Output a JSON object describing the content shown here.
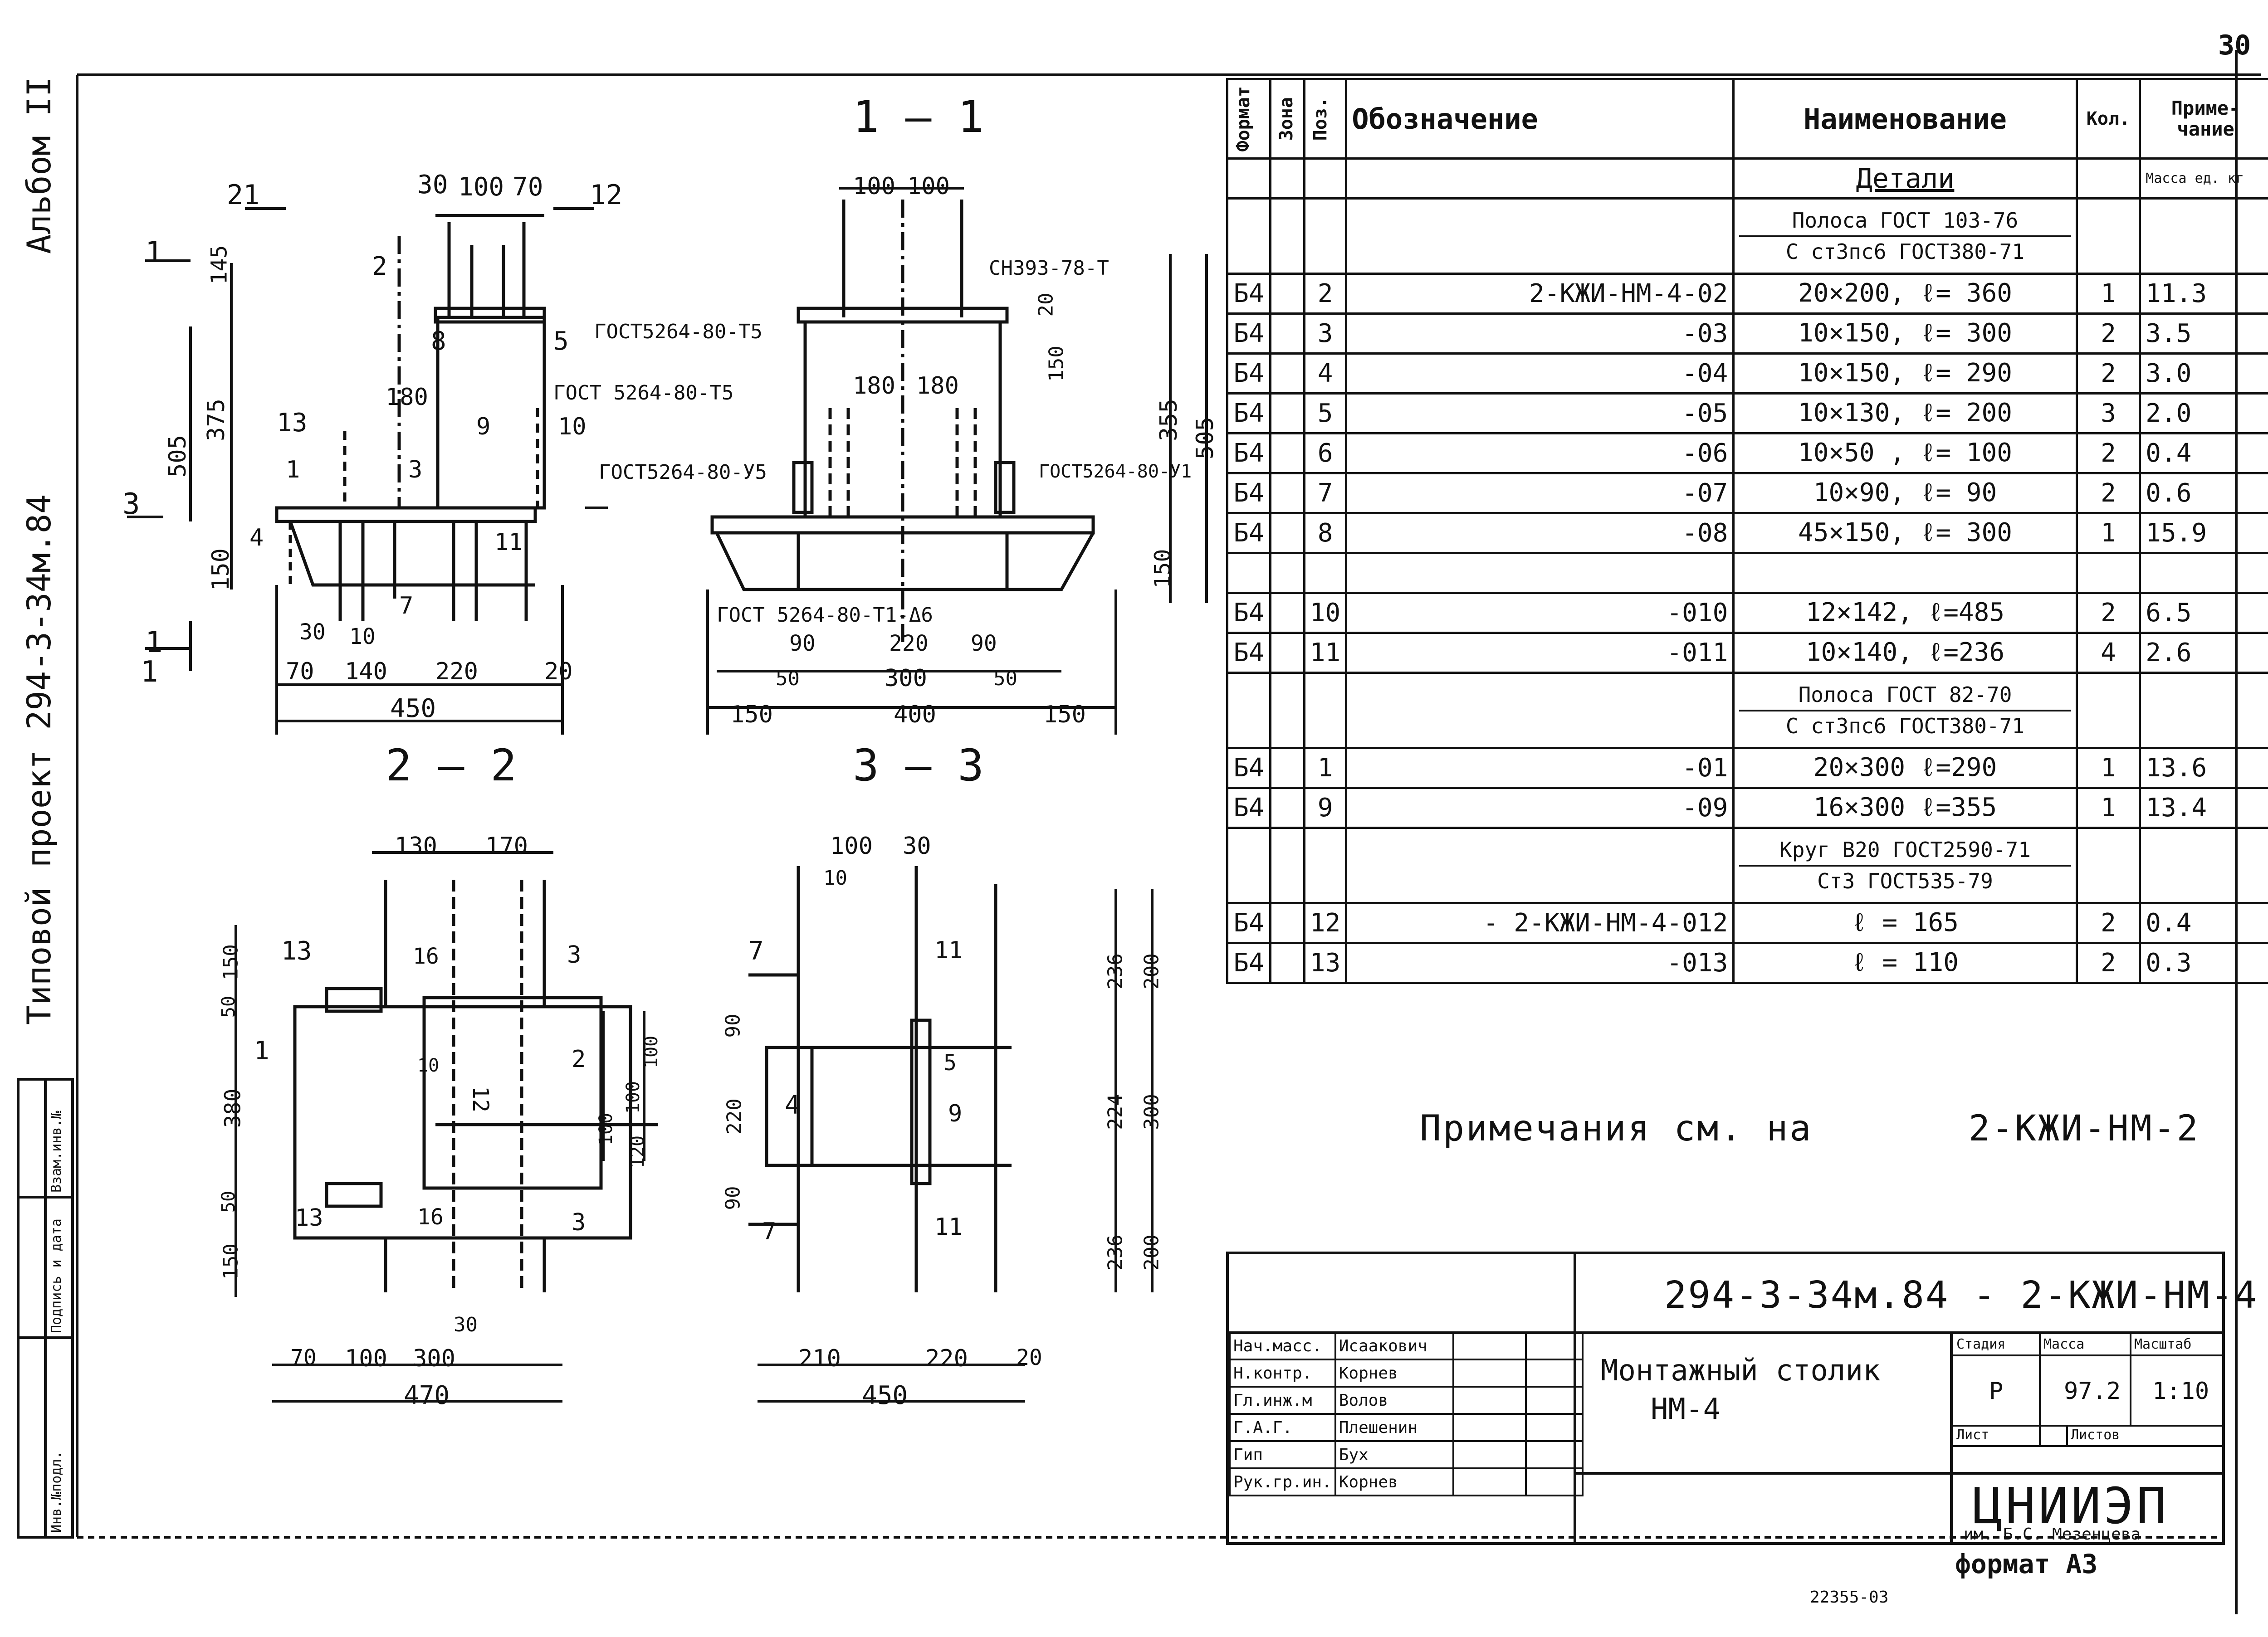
{
  "page": {
    "number": "30",
    "format_label": "формат А3",
    "bottom_code": "22355-03"
  },
  "side": {
    "album": "Альбом II",
    "project": "Типовой проект  294-3-34м.84",
    "stamp_cells": [
      "Взам.инв.№",
      "Подпись и дата",
      "Инв.№подл."
    ]
  },
  "sections": {
    "s11": {
      "title": "1 — 1",
      "dims": [
        "21",
        "30",
        "100",
        "70",
        "12",
        "145",
        "375",
        "505",
        "150",
        "3",
        "1",
        "2",
        "8",
        "5",
        "180",
        "9",
        "10",
        "13",
        "1",
        "3",
        "4",
        "11",
        "7",
        "30",
        "10",
        "70",
        "140",
        "220",
        "20",
        "450",
        "1",
        "1"
      ],
      "callouts": [
        "ГОСТ5264-80-Т5",
        "ГОСТ 5264-80-Т5"
      ]
    },
    "s22": {
      "title": "2 — 2",
      "dims": [
        "100",
        "100",
        "СН393-78-Т",
        "20",
        "150",
        "355",
        "505",
        "150",
        "180",
        "180",
        "ГОСТ5264-80-У5",
        "ГОСТ5264-80-У1",
        "ГОСТ 5264-80-Т1-Δ6",
        "90",
        "220",
        "90",
        "50",
        "300",
        "50",
        "150",
        "400",
        "150"
      ]
    },
    "s33": {
      "title": "3 — 3"
    },
    "planA": {
      "dims": [
        "130",
        "170",
        "150",
        "50",
        "380",
        "50",
        "150",
        "13",
        "16",
        "1",
        "10",
        "12",
        "2",
        "3",
        "100",
        "100",
        "100",
        "120",
        "13",
        "16",
        "3",
        "30",
        "70",
        "100",
        "300",
        "470"
      ]
    },
    "planB": {
      "dims": [
        "100",
        "30",
        "10",
        "7",
        "11",
        "90",
        "220",
        "4",
        "5",
        "9",
        "90",
        "7",
        "11",
        "236",
        "224",
        "236",
        "200",
        "300",
        "200",
        "210",
        "220",
        "20",
        "450"
      ]
    }
  },
  "spec": {
    "headers": {
      "format": "Формат",
      "zone": "Зона",
      "pos": "Поз.",
      "designation": "Обозначение",
      "name": "Наименование",
      "qty": "Кол.",
      "note": "Приме-чание"
    },
    "subhead_note": "Масса ед. кг",
    "group_details": "Детали",
    "group1_top": "Полоса ГОСТ 103-76",
    "group1_bot": "С ст3пс6 ГОСТ380-71",
    "group2_top": "Полоса ГОСТ 82-70",
    "group2_bot": "С ст3пс6 ГОСТ380-71",
    "group3_top": "Круг В20 ГОСТ2590-71",
    "group3_bot": "Ст3 ГОСТ535-79",
    "rows": [
      {
        "fmt": "Б4",
        "pos": "2",
        "des": "2-КЖИ-НМ-4-02",
        "name": "20×200,  ℓ= 360",
        "qty": "1",
        "mass": "11.3"
      },
      {
        "fmt": "Б4",
        "pos": "3",
        "des": "-03",
        "name": "10×150,  ℓ= 300",
        "qty": "2",
        "mass": "3.5"
      },
      {
        "fmt": "Б4",
        "pos": "4",
        "des": "-04",
        "name": "10×150,  ℓ= 290",
        "qty": "2",
        "mass": "3.0"
      },
      {
        "fmt": "Б4",
        "pos": "5",
        "des": "-05",
        "name": "10×130,  ℓ= 200",
        "qty": "3",
        "mass": "2.0"
      },
      {
        "fmt": "Б4",
        "pos": "6",
        "des": "-06",
        "name": "10×50 ,  ℓ= 100",
        "qty": "2",
        "mass": "0.4"
      },
      {
        "fmt": "Б4",
        "pos": "7",
        "des": "-07",
        "name": "10×90,  ℓ= 90",
        "qty": "2",
        "mass": "0.6"
      },
      {
        "fmt": "Б4",
        "pos": "8",
        "des": "-08",
        "name": "45×150,  ℓ= 300",
        "qty": "1",
        "mass": "15.9"
      },
      {
        "fmt": "Б4",
        "pos": "10",
        "des": "-010",
        "name": "12×142,  ℓ=485",
        "qty": "2",
        "mass": "6.5"
      },
      {
        "fmt": "Б4",
        "pos": "11",
        "des": "-011",
        "name": "10×140,  ℓ=236",
        "qty": "4",
        "mass": "2.6"
      },
      {
        "fmt": "Б4",
        "pos": "1",
        "des": "-01",
        "name": "20×300  ℓ=290",
        "qty": "1",
        "mass": "13.6"
      },
      {
        "fmt": "Б4",
        "pos": "9",
        "des": "-09",
        "name": "16×300  ℓ=355",
        "qty": "1",
        "mass": "13.4"
      },
      {
        "fmt": "Б4",
        "pos": "12",
        "des": "- 2-КЖИ-НМ-4-012",
        "name": "ℓ = 165",
        "qty": "2",
        "mass": "0.4"
      },
      {
        "fmt": "Б4",
        "pos": "13",
        "des": "-013",
        "name": "ℓ = 110",
        "qty": "2",
        "mass": "0.3"
      }
    ]
  },
  "notes": {
    "text": "Примечания см. на",
    "ref": "2-КЖИ-НМ-2"
  },
  "title_block": {
    "code": "294-3-34м.84 - 2-КЖИ-НМ-4",
    "title_line1": "Монтажный столик",
    "title_line2": "НМ-4",
    "stage_label": "Стадия",
    "mass_label": "Масса",
    "scale_label": "Масштаб",
    "stage": "Р",
    "mass": "97.2",
    "scale": "1:10",
    "sheet_label": "Лист",
    "sheets_label": "Листов",
    "org": "ЦНИИЭП",
    "org_sub": "им. Б.С. Мезенцева",
    "signatures": [
      {
        "role": "Нач.масс.",
        "name": "Исаакович"
      },
      {
        "role": "Н.контр.",
        "name": "Корнев"
      },
      {
        "role": "Гл.инж.м",
        "name": "Волов"
      },
      {
        "role": "Г.А.Г.",
        "name": "Плешенин"
      },
      {
        "role": "Гип",
        "name": "Бух"
      },
      {
        "role": "Рук.гр.ин.",
        "name": "Корнев"
      }
    ]
  }
}
